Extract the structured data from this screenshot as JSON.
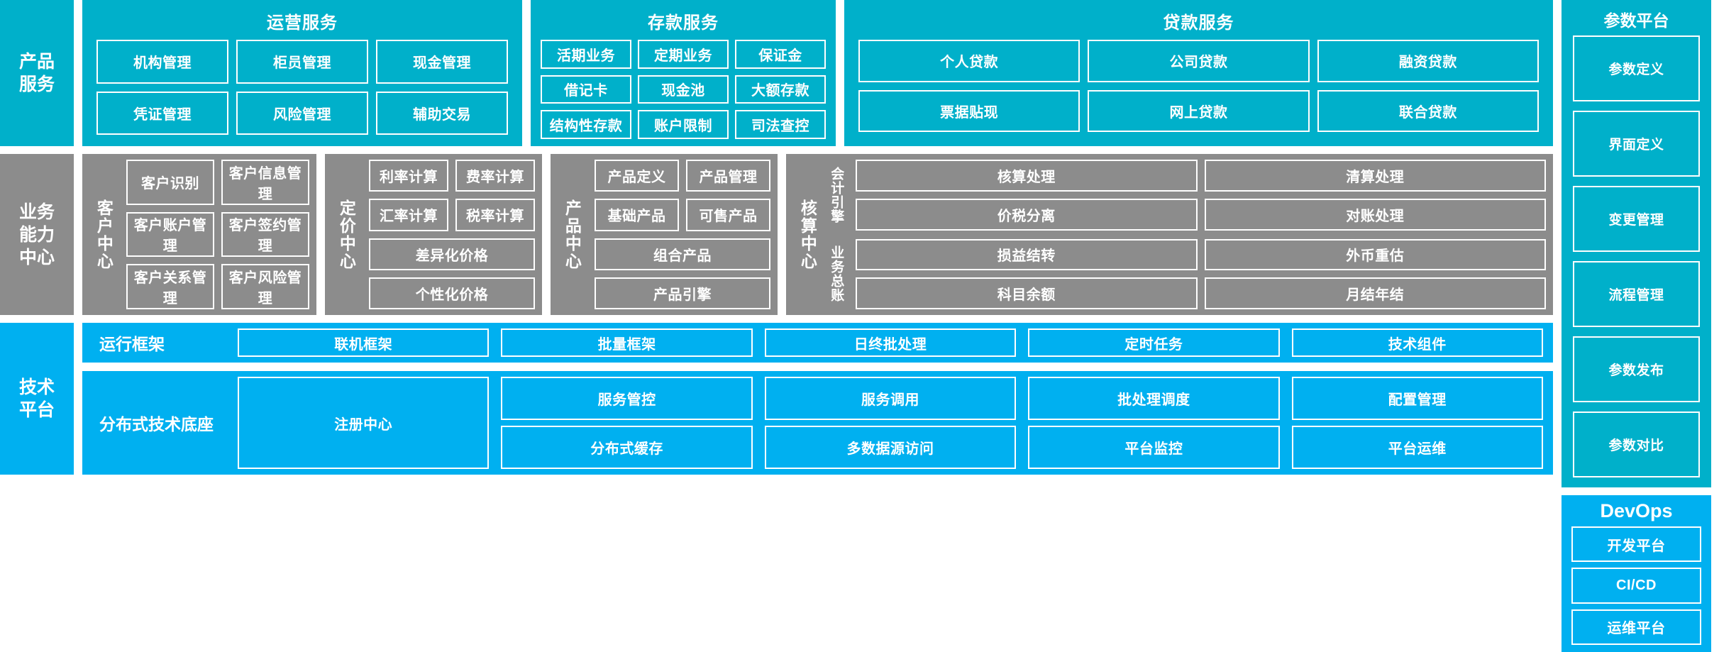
{
  "layers": {
    "product_service": "产品\n服务",
    "business_capability": "业务\n能力\n中心",
    "technical_platform": "技术\n平台"
  },
  "colors": {
    "teal": "#00b0ca",
    "gray": "#8c8c8c",
    "blue": "#00b0f0",
    "border": "#ffffff"
  },
  "product_layer": {
    "rail_label": "产品服务",
    "groups": [
      {
        "title": "运营服务",
        "tiles": [
          "机构管理",
          "柜员管理",
          "现金管理",
          "凭证管理",
          "风险管理",
          "辅助交易"
        ]
      },
      {
        "title": "存款服务",
        "tiles": [
          "活期业务",
          "定期业务",
          "保证金",
          "借记卡",
          "现金池",
          "大额存款",
          "结构性存款",
          "账户限制",
          "司法查控"
        ]
      },
      {
        "title": "贷款服务",
        "tiles": [
          "个人贷款",
          "公司贷款",
          "融资贷款",
          "票据贴现",
          "网上贷款",
          "联合贷款"
        ]
      }
    ]
  },
  "parameter_platform": {
    "title": "参数平台",
    "items": [
      "参数定义",
      "界面定义",
      "变更管理",
      "流程管理",
      "参数发布",
      "参数对比"
    ]
  },
  "capability_layer": {
    "rail_label": "业务能力中心",
    "centers": [
      {
        "name": "客户中心",
        "tiles": [
          "客户识别",
          "客户信息管理",
          "客户账户管理",
          "客户签约管理",
          "客户关系管理",
          "客户风险管理"
        ]
      },
      {
        "name": "定价中心",
        "tiles": [
          "利率计算",
          "费率计算",
          "汇率计算",
          "税率计算",
          "差异化价格",
          "个性化价格"
        ]
      },
      {
        "name": "产品中心",
        "tiles": [
          "产品定义",
          "产品管理",
          "基础产品",
          "可售产品",
          "组合产品",
          "产品引擎"
        ]
      },
      {
        "name": "核算中心",
        "subgroups": [
          {
            "name": "会计引擎",
            "tiles": [
              "核算处理",
              "清算处理",
              "价税分离",
              "对账处理"
            ]
          },
          {
            "name": "业务总账",
            "tiles": [
              "损益结转",
              "外币重估",
              "科目余额",
              "月结年结"
            ]
          }
        ]
      }
    ]
  },
  "technical_layer": {
    "rail_label": "技术平台",
    "strips": [
      {
        "label": "运行框架",
        "tiles": [
          "联机框架",
          "批量框架",
          "日终批处理",
          "定时任务",
          "技术组件"
        ]
      },
      {
        "label": "分布式技术底座",
        "first_tile": "注册中心",
        "columns": [
          [
            "服务管控",
            "分布式缓存"
          ],
          [
            "服务调用",
            "多数据源访问"
          ],
          [
            "批处理调度",
            "平台监控"
          ],
          [
            "配置管理",
            "平台运维"
          ]
        ]
      }
    ]
  },
  "devops": {
    "title": "DevOps",
    "items": [
      "开发平台",
      "CI/CD",
      "运维平台"
    ]
  }
}
